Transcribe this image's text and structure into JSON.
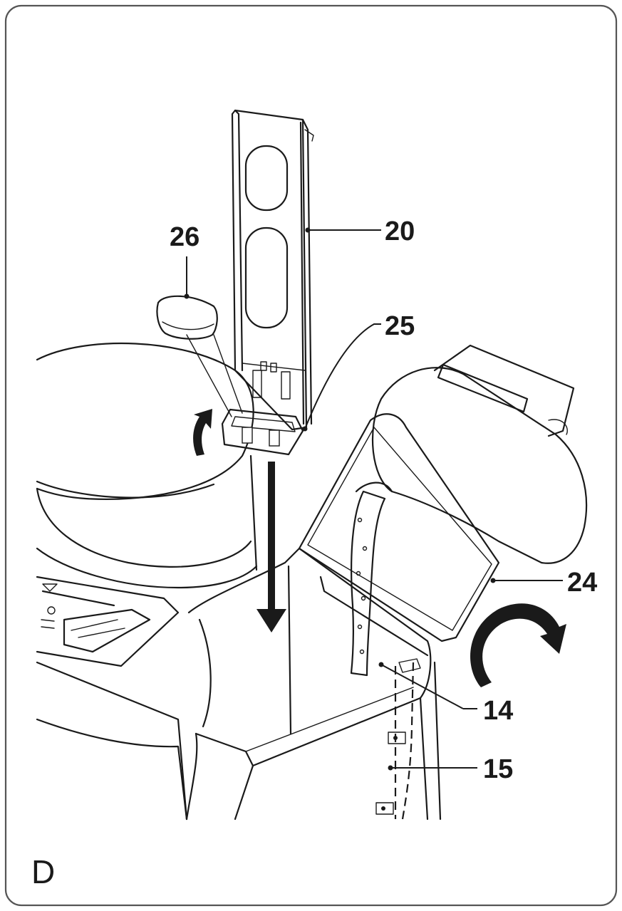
{
  "panel_letter": "D",
  "callouts": {
    "c20": "20",
    "c26": "26",
    "c25": "25",
    "c24": "24",
    "c14": "14",
    "c15": "15"
  },
  "colors": {
    "frame": "#555555",
    "line": "#1a1a1a",
    "light_gray": "#e6e6e6",
    "mid_gray": "#c8c8c8",
    "dark_gray": "#8a8a8a"
  }
}
